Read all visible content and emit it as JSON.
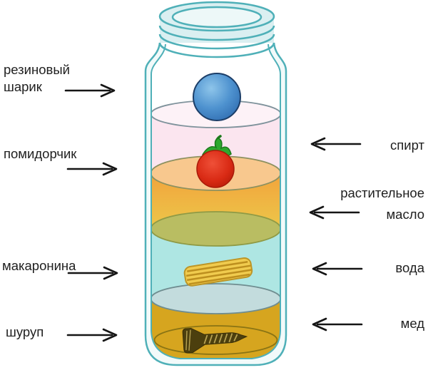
{
  "diagram": {
    "kind": "density-column-in-jar",
    "left_labels": [
      {
        "text": "резиновый шарик",
        "target": "rubber-ball"
      },
      {
        "text": "помидорчик",
        "target": "tomato"
      },
      {
        "text": "макаронина",
        "target": "pasta"
      },
      {
        "text": "шуруп",
        "target": "screw"
      }
    ],
    "right_labels": [
      {
        "text": "спирт",
        "target": "alcohol-layer"
      },
      {
        "text": "растительное масло",
        "target": "vegetable-oil-layer"
      },
      {
        "text": "вода",
        "target": "water-layer"
      },
      {
        "text": "мед",
        "target": "honey-layer"
      }
    ],
    "colors": {
      "jar_outline": "#4fb0b8",
      "glass_fill": "#f2fafa",
      "alcohol_layer": "#fbe5ef",
      "alcohol_surface": "#fdf2f7",
      "oil_surface": "#f8c88e",
      "oil_top": "#f2a33c",
      "oil_bottom": "#ecc84a",
      "oil_water_boundary": "#b9bd62",
      "water_layer": "#aee6e3",
      "honey_surface": "#c3dcdd",
      "honey_layer": "#d6a51f",
      "rubber_ball": "#4e92cf",
      "tomato": "#d92a14",
      "tomato_stalk": "#2ea82e",
      "pasta": "#f0cb4e",
      "screw": "#4c3f0e",
      "arrow": "#151515",
      "text": "#1f1f1f"
    }
  }
}
